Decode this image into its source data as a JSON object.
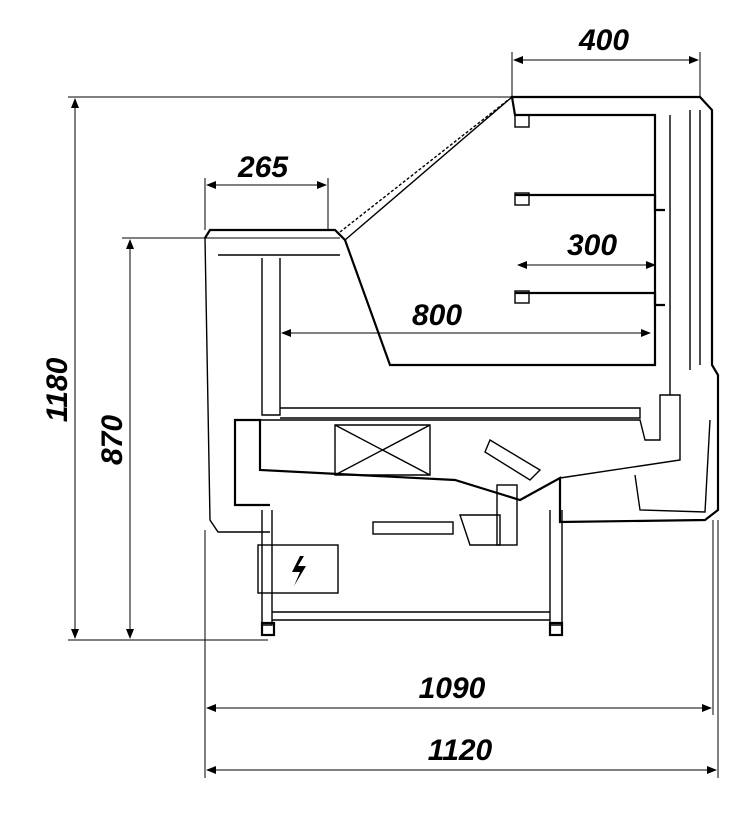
{
  "drawing": {
    "title": "Refrigerated display counter side view",
    "dimensions": {
      "top_depth": "400",
      "front_ledge": "265",
      "shelf_depth": "300",
      "display_depth": "800",
      "total_height": "1180",
      "counter_height": "870",
      "base_width": "1090",
      "total_width": "1120"
    },
    "symbols": {
      "electrical": "lightning-icon"
    }
  }
}
